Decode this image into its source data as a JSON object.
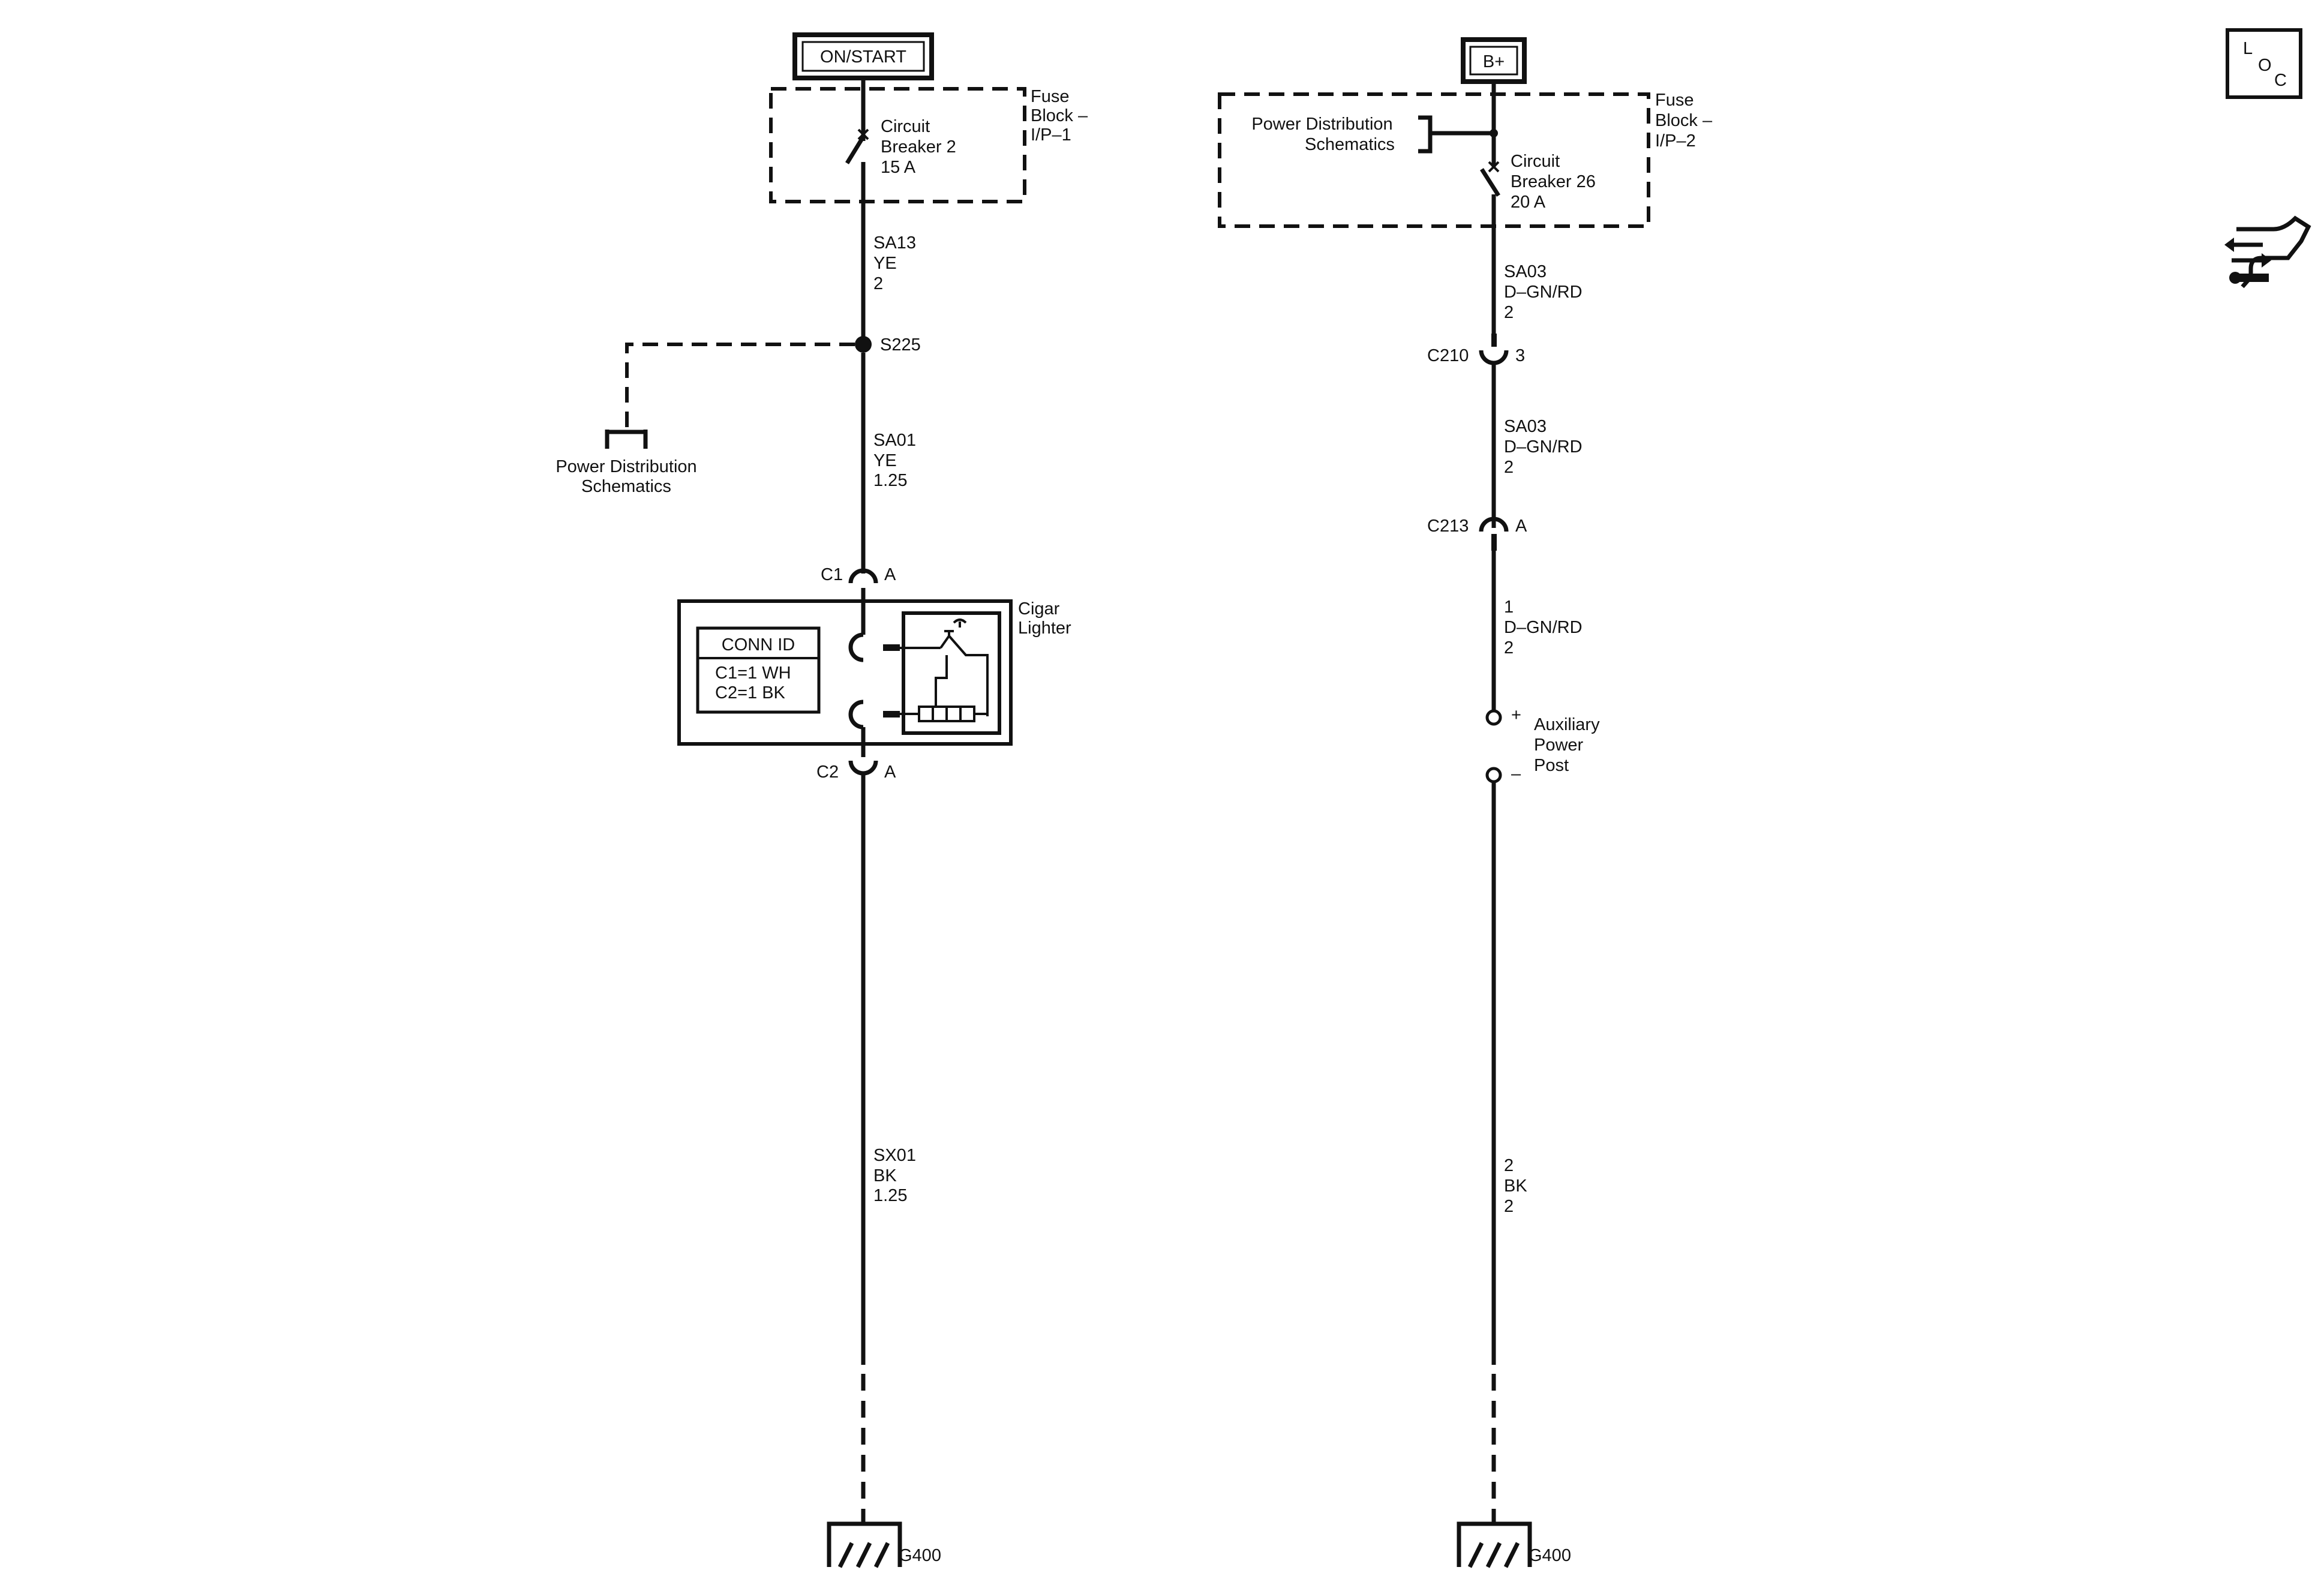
{
  "left_circuit": {
    "power_source": "ON/START",
    "fuse_block": [
      "Fuse",
      "Block –",
      "I/P–1"
    ],
    "breaker": [
      "Circuit",
      "Breaker 2",
      "15 A"
    ],
    "wire1": [
      "SA13",
      "YE",
      "2"
    ],
    "splice": "S225",
    "power_dist": [
      "Power Distribution",
      "Schematics"
    ],
    "wire2": [
      "SA01",
      "YE",
      "1.25"
    ],
    "c1_conn": "C1",
    "c1_pin": "A",
    "component": [
      "Cigar",
      "Lighter"
    ],
    "conn_id_title": "CONN ID",
    "conn_id_rows": [
      "C1=1 WH",
      "C2=1 BK"
    ],
    "c2_conn": "C2",
    "c2_pin": "A",
    "wire3": [
      "SX01",
      "BK",
      "1.25"
    ],
    "ground": "G400"
  },
  "right_circuit": {
    "power_source": "B+",
    "fuse_block": [
      "Fuse",
      "Block –",
      "I/P–2"
    ],
    "power_dist": [
      "Power Distribution",
      "Schematics"
    ],
    "breaker": [
      "Circuit",
      "Breaker 26",
      "20 A"
    ],
    "wire1": [
      "SA03",
      "D–GN/RD",
      "2"
    ],
    "c210_conn": "C210",
    "c210_pin": "3",
    "wire2": [
      "SA03",
      "D–GN/RD",
      "2"
    ],
    "c213_conn": "C213",
    "c213_pin": "A",
    "wire3": [
      "1",
      "D–GN/RD",
      "2"
    ],
    "terminal_pos": "+",
    "component": [
      "Auxiliary",
      "Power",
      "Post"
    ],
    "terminal_neg": "–",
    "wire4": [
      "2",
      "BK",
      "2"
    ],
    "ground": "G400"
  },
  "side_icons": {
    "loc_letters": [
      "L",
      "O",
      "C"
    ],
    "loc_icon": "location-view-icon",
    "connector_icon": "connector-view-icon"
  }
}
